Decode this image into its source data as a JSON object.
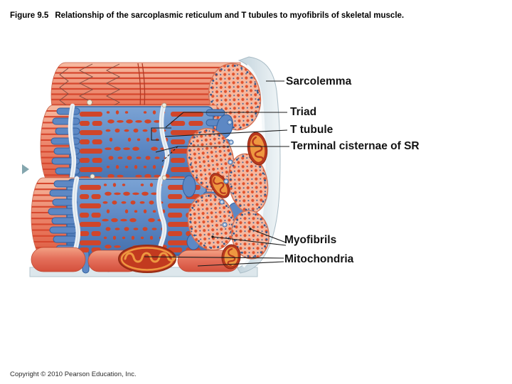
{
  "title": {
    "figure_label": "Figure 9.5",
    "figure_caption": "Relationship of the sarcoplasmic reticulum and T tubules to myofibrils of skeletal muscle."
  },
  "labels": {
    "sarcolemma": "Sarcolemma",
    "triad": "Triad",
    "t_tubule": "T tubule",
    "terminal_cisternae": "Terminal cisternae of SR",
    "myofibrils": "Myofibrils",
    "mitochondria": "Mitochondria"
  },
  "copyright": "Copyright © 2010 Pearson Education, Inc.",
  "icons": {
    "slide_advance_arrow": "right-pointing triangle"
  },
  "colors": {
    "muscle_salmon": "#ef9379",
    "stripe_red": "#d6472e",
    "sr_blue": "#5d88c4",
    "sr_blue_dark": "#31619f",
    "sr_gap_red": "#d0452a",
    "t_tubule_band": "#eaf0f5",
    "cut_face": "#f6b89f",
    "face_dot_red": "#e2522c",
    "face_dot_navy": "#3f5f90",
    "mitochondrion_red": "#c23a1f",
    "mitochondrion_orange": "#ee9840",
    "sarcolemma_shell": "#dce6eb",
    "leader_line": "#1b1b1b",
    "nav_arrow": "#84a6ae"
  }
}
